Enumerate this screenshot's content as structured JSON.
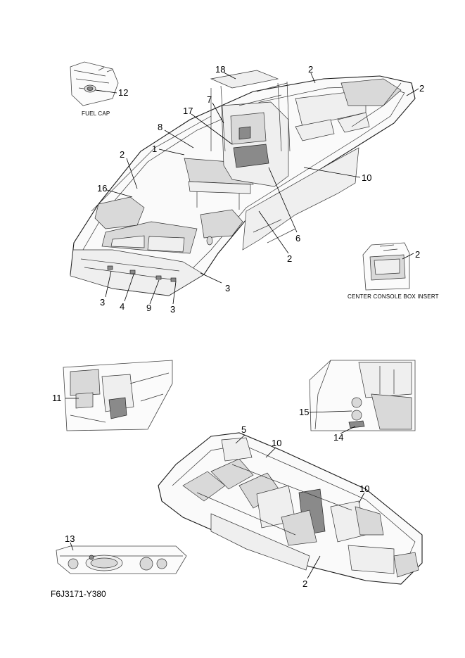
{
  "captions": {
    "fuel_cap": "FUEL CAP",
    "center_console_box_insert": "CENTER CONSOLE BOX INSERT"
  },
  "diagram_code": "F6J3171-Y380",
  "callouts": {
    "c18": "18",
    "c2_top": "2",
    "c2_right": "2",
    "c12": "12",
    "c7": "7",
    "c17": "17",
    "c8": "8",
    "c1": "1",
    "c2_left": "2",
    "c10_upper": "10",
    "c16": "16",
    "c6": "6",
    "c2_mid": "2",
    "c2_console": "2",
    "c3_right": "3",
    "c3_left": "3",
    "c4": "4",
    "c9": "9",
    "c3_bottom": "3",
    "c11": "11",
    "c15": "15",
    "c14": "14",
    "c5": "5",
    "c10_lower_a": "10",
    "c10_lower_b": "10",
    "c13": "13",
    "c2_lower": "2"
  }
}
